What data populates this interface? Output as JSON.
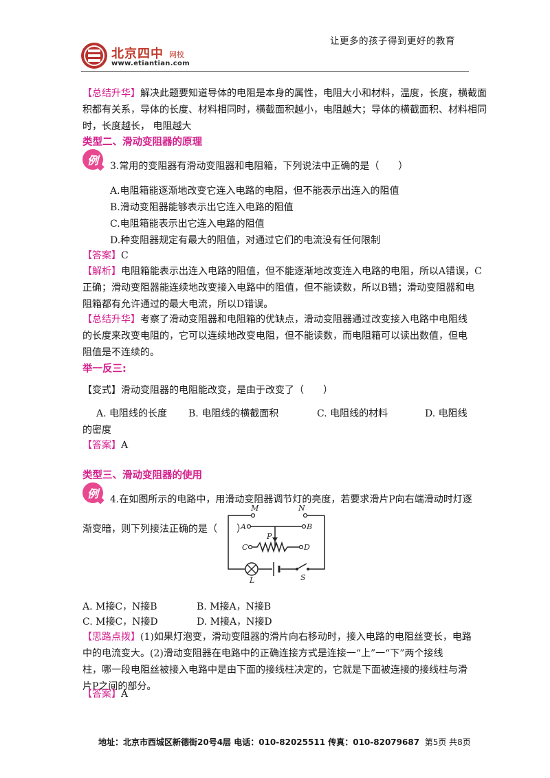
{
  "header": {
    "slogan": "让更多的孩子得到更好的教育",
    "logo_name": "北京四中",
    "logo_sub": "网校",
    "logo_url": "www.etiantian.com"
  },
  "summary1": {
    "tag": "【总结升华】",
    "line1": "解决此题要知道导体的电阻是本身的属性，电阻大小和材料，温度，长度，横截面",
    "line2": "积都有关系，导体的长度、材料相同时，横截面积越小，电阻越大；导体的横截面积、材料相同",
    "line3": "时，长度越长， 电阻越大"
  },
  "section2": {
    "title": "类型二、滑动变阻器的原理"
  },
  "example_badge": "例",
  "q3": {
    "stem": "3.常用的变阻器有滑动变阻器和电阻箱，下列说法中正确的是（　　）",
    "options": [
      "A.电阻箱能逐渐地改变它连入电路的电阻，但不能表示出连入的阻值",
      "B.滑动变阻器能够表示出它连入电路的阻值",
      "C.电阻箱能表示出它连入电路的阻值",
      "D.种变阻器规定有最大的阻值，对通过它们的电流没有任何限制"
    ],
    "answer_tag": "【答案】",
    "answer": "C",
    "analysis_tag": "【解析】",
    "analysis_line1": "电阻箱能表示出连入电路的阻值，但不能逐渐地改变连入电路的电阻，所以A错误，C",
    "analysis_line2": "正确；滑动变阻器能连续地改变接入电路中的阻值，但不能读数，所以B错；滑动变阻器和电",
    "analysis_line3": "阻箱都有允许通过的最大电流，所以D错误。",
    "summary_tag": "【总结升华】",
    "summary_line1": "考察了滑动变阻器和电阻箱的优缺点，滑动变阻器通过改变接入电路中电阻线",
    "summary_line2": "的长度来改变电阻的，它可以连续地改变电阻，但不能读数，而电阻箱可以读出数值，但电",
    "summary_line3": "阻值是不连续的。"
  },
  "practice": {
    "title": "举一反三:",
    "stem": "【变式】滑动变阻器的电阻能改变，是由于改变了（　　）",
    "option_a": "A. 电阻线的长度",
    "option_b": "B. 电阻线的横截面积",
    "option_c": "C. 电阻线的材料",
    "option_d": "D. 电阻线",
    "option_d_cont": "的密度",
    "answer_tag": "【答案】",
    "answer": "A"
  },
  "section3": {
    "title": "类型三、滑动变阻器的使用"
  },
  "q4": {
    "stem_line1": "4.在如图所示的电路中，用滑动变阻器调节灯的亮度，若要求滑片P向右端滑动时灯逐",
    "stem_line2": "渐变暗，则下列接法正确的是（　　）",
    "circuit_labels": {
      "M": "M",
      "N": "N",
      "A": "A",
      "B": "B",
      "P": "P",
      "C": "C",
      "D": "D",
      "L": "L",
      "S": "S"
    },
    "option_a": "A. M接C，N接B",
    "option_b": "B. M接A，N接B",
    "option_c": "C. M接C，N接D",
    "option_d": "D. M接A，N接D",
    "hint_tag": "【思路点拨】",
    "hint_line1": "(1)如果灯泡变，滑动变阻器的滑片向右移动时，接入电路的电阻丝变长，电路",
    "hint_line2": "中的电流变大。(2)滑动变阻器在电路中的正确连接方式是连接一“上”一“下”两个接线",
    "hint_line3": "柱，哪一段电阻丝被接入电路中是由下面的接线柱决定的，它就是下面被连接的接线柱与滑",
    "hint_line4": "片P之间的部分。",
    "answer_tag": "【答案】",
    "answer": "A"
  },
  "footer": {
    "text": "地址：北京市西城区新德街20号4层  电话：010-82025511  传真：010-82079687",
    "page": "第5页  共8页"
  }
}
